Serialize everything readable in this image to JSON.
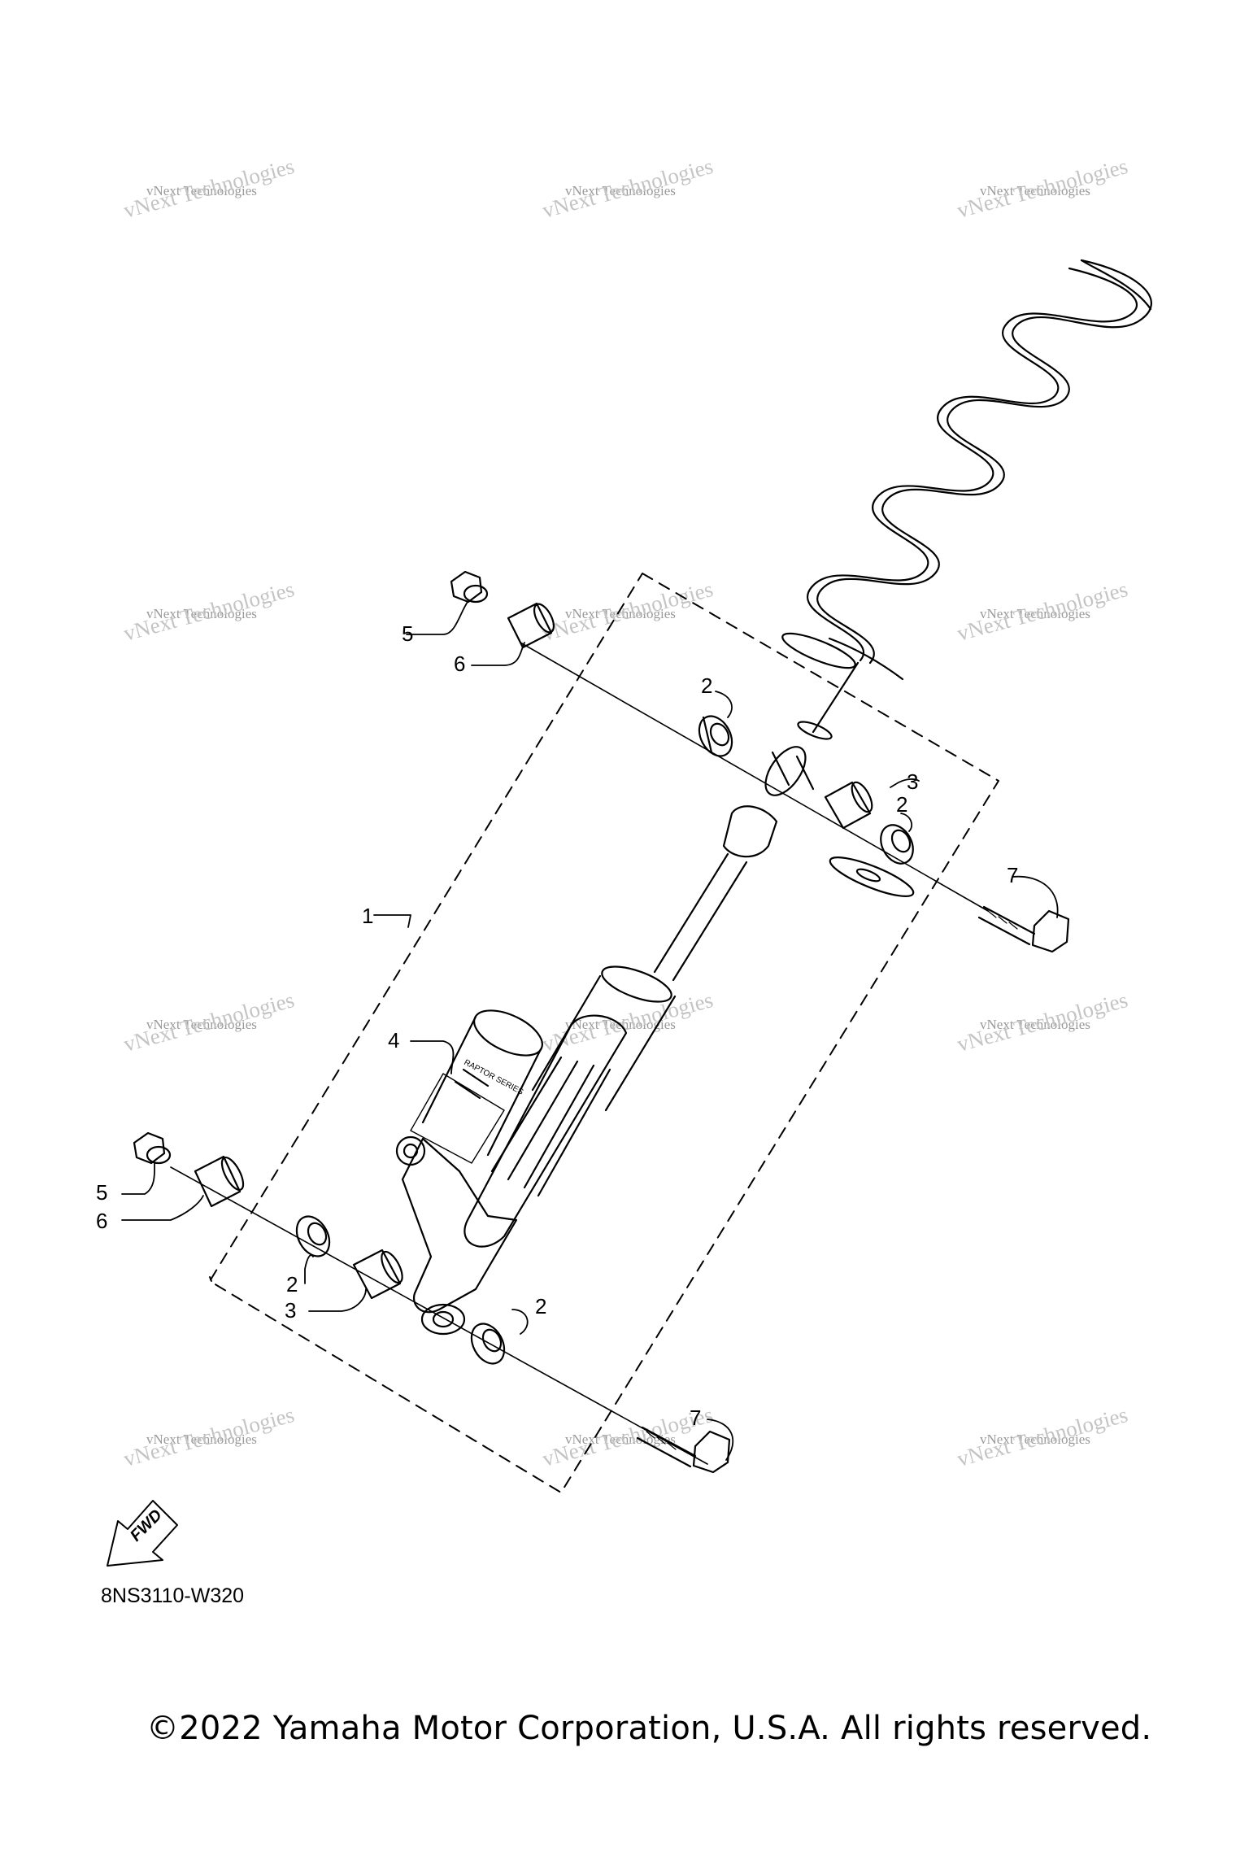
{
  "diagram": {
    "code": "8NS3110-W320",
    "copyright": "©2022 Yamaha Motor Corporation, U.S.A. All rights reserved.",
    "fwd_label": "FWD",
    "watermark": {
      "line1": "vNext Technologies",
      "line2": "vNext Technologies"
    },
    "shock_decal_text": "RAPTOR SERIES",
    "callouts": [
      "1",
      "2",
      "2",
      "2",
      "2",
      "3",
      "3",
      "4",
      "5",
      "5",
      "6",
      "6",
      "7",
      "7"
    ]
  },
  "colors": {
    "line": "#000000",
    "watermark": "#9a9a9a",
    "background": "#ffffff"
  }
}
